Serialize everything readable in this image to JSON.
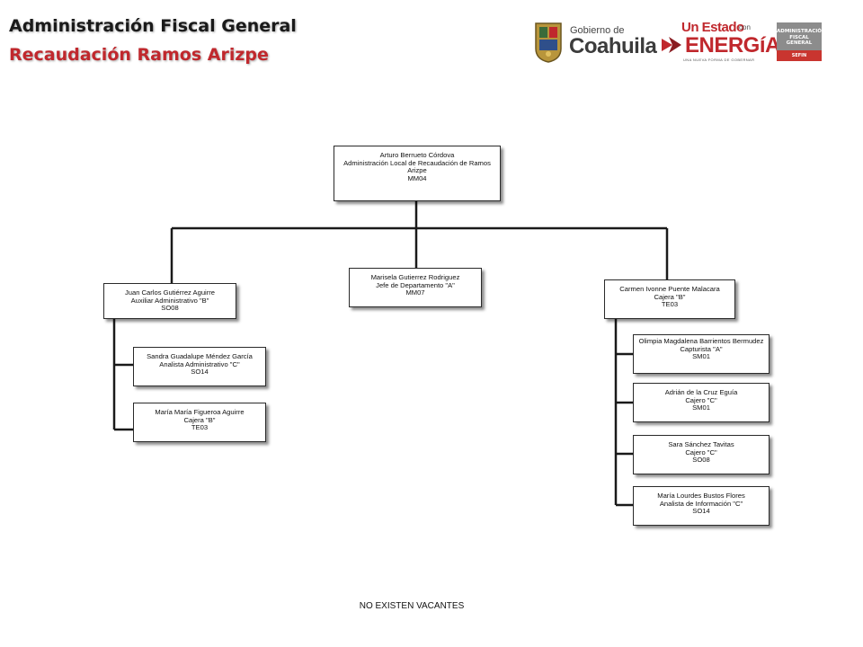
{
  "header": {
    "title": "Administración Fiscal General",
    "subtitle": "Recaudación Ramos Arizpe"
  },
  "logos": {
    "coahuila": {
      "small": "Gobierno de",
      "big": "Coahuila"
    },
    "energia": {
      "line1": "Un Estado",
      "con": "con",
      "line2": "ENERGíA",
      "tagline": "UNA NUEVA FORMA DE GOBERNAR"
    },
    "afg": {
      "line1": "ADMINISTRACIÓN",
      "line2": "FISCAL GENERAL",
      "bar": "SEFIN"
    }
  },
  "colors": {
    "brand_red": "#c0282d",
    "gray_logo": "#8c8c8c",
    "line": "#1a1a1a"
  },
  "org": {
    "root": {
      "name": "Arturo  Berrueto Córdova",
      "role": "Administración  Local de Recaudación de Ramos Arizpe",
      "code": "MM04"
    },
    "left": {
      "name": "Juan Carlos Gutiérrez Aguirre",
      "role": "Auxiliar  Administrativo  \"B\"",
      "code": "SO08",
      "children": [
        {
          "name": "Sandra Guadalupe  Méndez García",
          "role": "Analista  Administrativo  \"C\"",
          "code": "SO14"
        },
        {
          "name": "María María  Figueroa Aguirre",
          "role": "Cajera \"B\"",
          "code": "TE03"
        }
      ]
    },
    "center": {
      "name": "Marisela Gutierrez  Rodriguez",
      "role": "Jefe de Departamento \"A\"",
      "code": "MM07"
    },
    "right": {
      "name": "Carmen  Ivonne  Puente Malacara",
      "role": "Cajera \"B\"",
      "code": "TE03",
      "children": [
        {
          "name": "Olimpia  Magdalena Barrientos Bermudez",
          "role": "Capturista  \"A\"",
          "code": "SM01"
        },
        {
          "name": "Adrián  de la Cruz  Eguía",
          "role": "Cajero \"C\"",
          "code": "SM01"
        },
        {
          "name": "Sara Sánchez Tavitas",
          "role": "Cajero \"C\"",
          "code": "SO08"
        },
        {
          "name": "María Lourdes Bustos Flores",
          "role": "Analista  de Información  \"C\"",
          "code": "SO14"
        }
      ]
    }
  },
  "footer": "NO EXISTEN  VACANTES"
}
